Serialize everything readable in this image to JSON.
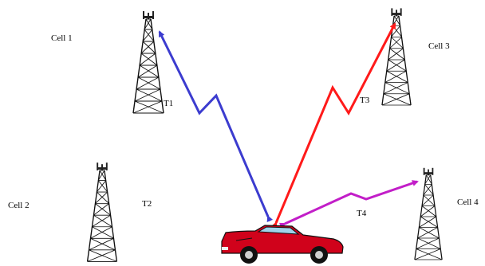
{
  "cells": [
    {
      "label": "Cell 1"
    },
    {
      "label": "Cell 2"
    },
    {
      "label": "Cell 3"
    },
    {
      "label": "Cell 4"
    }
  ],
  "links": [
    {
      "label": "T1",
      "color": "#3c3ccf"
    },
    {
      "label": "T2"
    },
    {
      "label": "T3",
      "color": "#ff1a1a"
    },
    {
      "label": "T4",
      "color": "#c21ec8"
    }
  ],
  "vehicle": {
    "icon": "car-icon",
    "body_color": "#d0021b"
  }
}
